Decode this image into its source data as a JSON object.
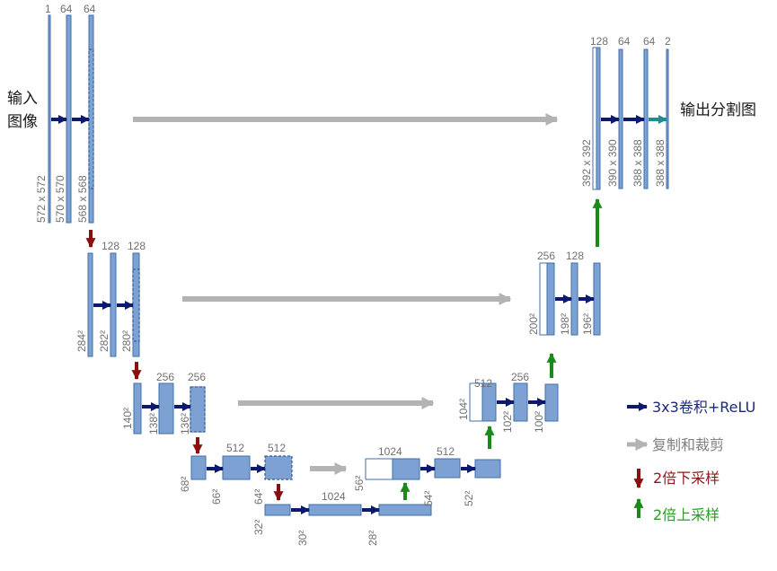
{
  "input_label": [
    "输入",
    "图像"
  ],
  "output_label": "输出分割图",
  "channels": {
    "l1": [
      "1",
      "64",
      "64"
    ],
    "l2": [
      "128",
      "128"
    ],
    "l3": [
      "256",
      "256"
    ],
    "l4": [
      "512",
      "512"
    ],
    "l5": [
      "1024"
    ],
    "d4": [
      "1024",
      "512"
    ],
    "d3": [
      "512",
      "256"
    ],
    "d2": [
      "256",
      "128"
    ],
    "d1": [
      "128",
      "64",
      "64",
      "2"
    ]
  },
  "sizes": {
    "l1": [
      "572 x 572",
      "570 x 570",
      "568 x 568"
    ],
    "l2": [
      "284²",
      "282²",
      "280²"
    ],
    "l3": [
      "140²",
      "138²",
      "136²"
    ],
    "l4": [
      "68²",
      "66²",
      "64²"
    ],
    "l5": [
      "32²",
      "30²",
      "28²"
    ],
    "d4": [
      "56²",
      "54²",
      "52²"
    ],
    "d3": [
      "104²",
      "102²",
      "100²"
    ],
    "d2": [
      "200²",
      "198²",
      "196²"
    ],
    "d1": [
      "392 x 392",
      "390 x 390",
      "388 x 388",
      "388 x 388"
    ]
  },
  "legend": {
    "conv": "3x3卷积+ReLU",
    "copy": "复制和裁剪",
    "down": "2倍下采样",
    "up": "2倍上采样"
  },
  "colors": {
    "block": "#7ea1d3",
    "conv_arrow": "#0b1a6e",
    "copy_arrow": "#b3b3b3",
    "down_arrow": "#8b0f0f",
    "up_arrow": "#1b8a1b",
    "final_arrow": "#1a8f8f",
    "down_text": "#8b1a1a",
    "up_text": "#2a9d2a"
  }
}
